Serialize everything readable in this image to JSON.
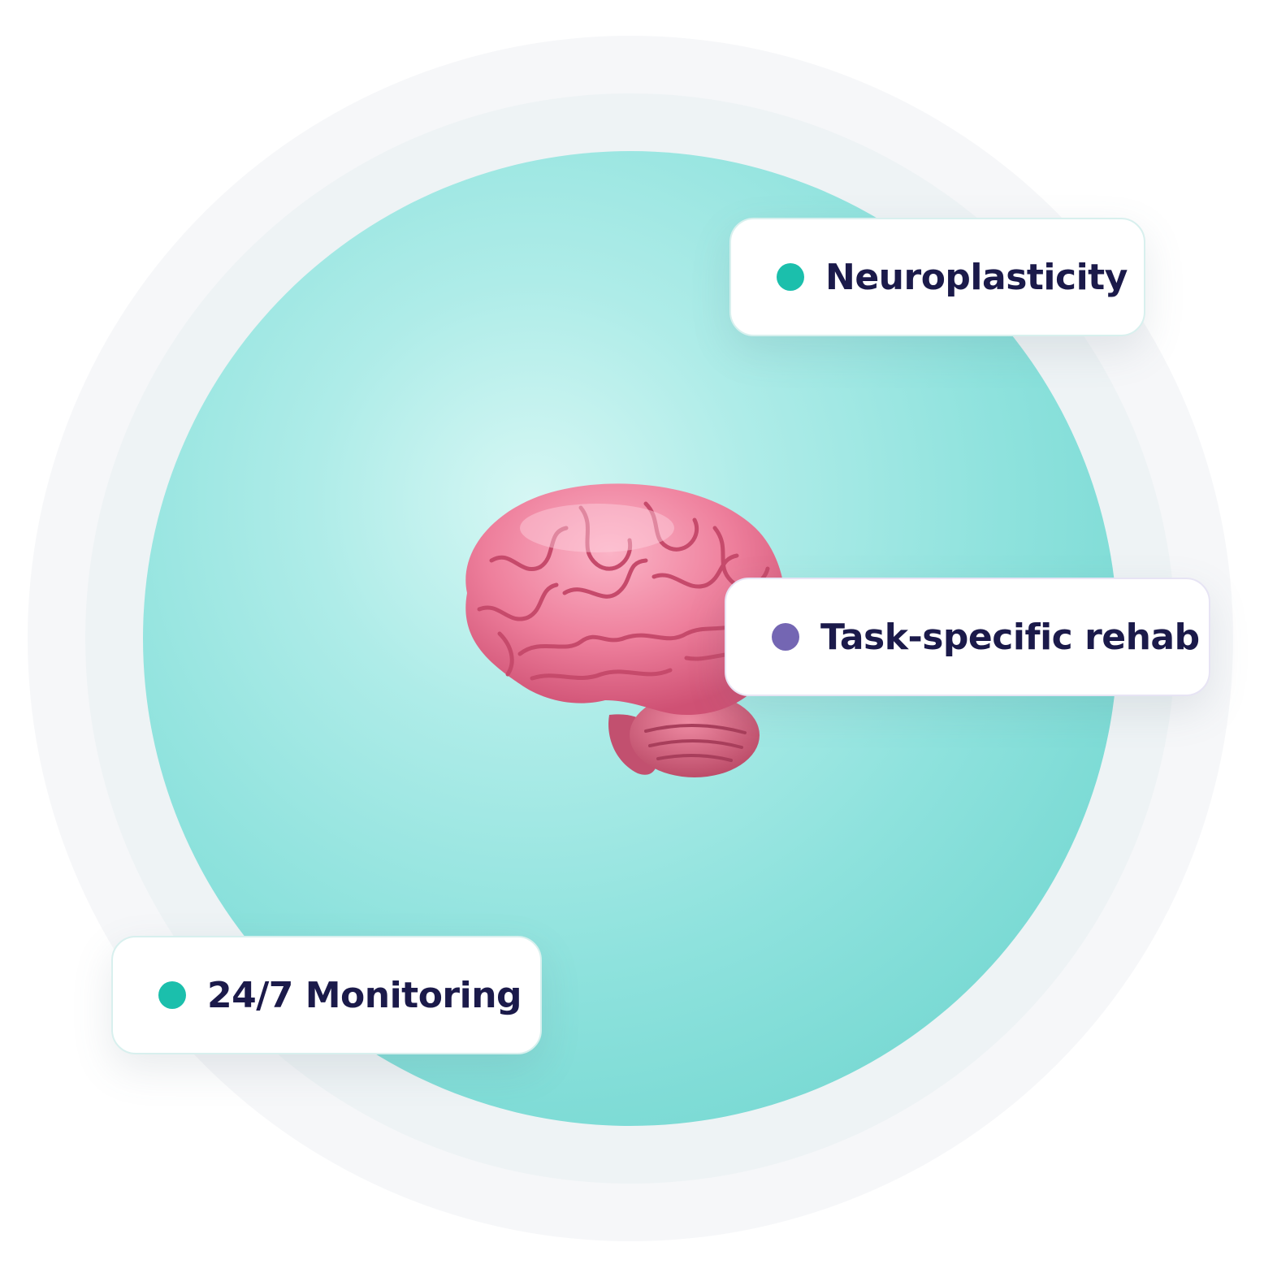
{
  "colors": {
    "accent_teal": "#1bbfac",
    "accent_purple": "#7466b3",
    "label_text": "#1b1a4a",
    "brain_pink": "#e8708f"
  },
  "center": {
    "icon": "brain-icon"
  },
  "badges": [
    {
      "label": "Neuroplasticity",
      "dot_color": "#1bbfac"
    },
    {
      "label": "Task-specific rehab",
      "dot_color": "#7466b3"
    },
    {
      "label": "24/7 Monitoring",
      "dot_color": "#1bbfac"
    }
  ]
}
